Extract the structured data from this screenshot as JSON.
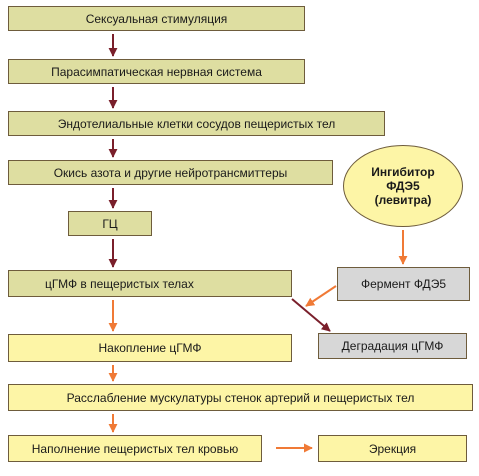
{
  "flow": {
    "stimulation": "Сексуальная стимуляция",
    "parasympathetic": "Парасимпатическая нервная система",
    "endothelial": "Эндотелиальные клетки сосудов пещеристых тел",
    "nitric_oxide": "Окись азота и другие нейротрансмиттеры",
    "gc": "ГЦ",
    "cgmp": "цГМФ в пещеристых телах",
    "accumulation": "Накопление цГМФ",
    "degradation": "Деградация цГМФ",
    "relaxation": "Расслабление мускулатуры стенок артерий и пещеристых тел",
    "filling": "Наполнение пещеристых тел кровью",
    "erection": "Эрекция"
  },
  "inhibitor": {
    "line1": "Ингибитор",
    "line2": "ФДЭ5",
    "line3": "(левитра)"
  },
  "enzyme": "Фермент ФДЭ5",
  "colors": {
    "dark_arrow": "#7a1f2b",
    "orange_arrow": "#f07a36",
    "olive_box": "#dedea1",
    "cream_box": "#fdf5a6",
    "gray_box": "#d7d7d7",
    "border": "#6e5c3c"
  }
}
